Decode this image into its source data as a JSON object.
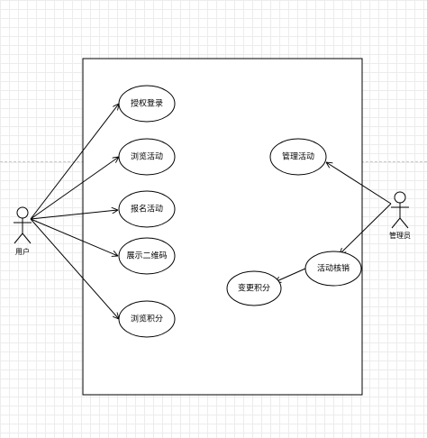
{
  "actors": {
    "user": {
      "label": "用户"
    },
    "admin": {
      "label": "管理员"
    }
  },
  "use_cases": {
    "authorize_login": "授权登录",
    "browse_activities": "浏览活动",
    "register_activity": "报名活动",
    "show_qr_code": "展示二维码",
    "browse_points": "浏览积分",
    "manage_activities": "管理活动",
    "verify_activity": "活动核销",
    "change_points": "变更积分"
  },
  "colors": {
    "stroke": "#000000",
    "grid": "#ececec",
    "background": "#ffffff"
  }
}
